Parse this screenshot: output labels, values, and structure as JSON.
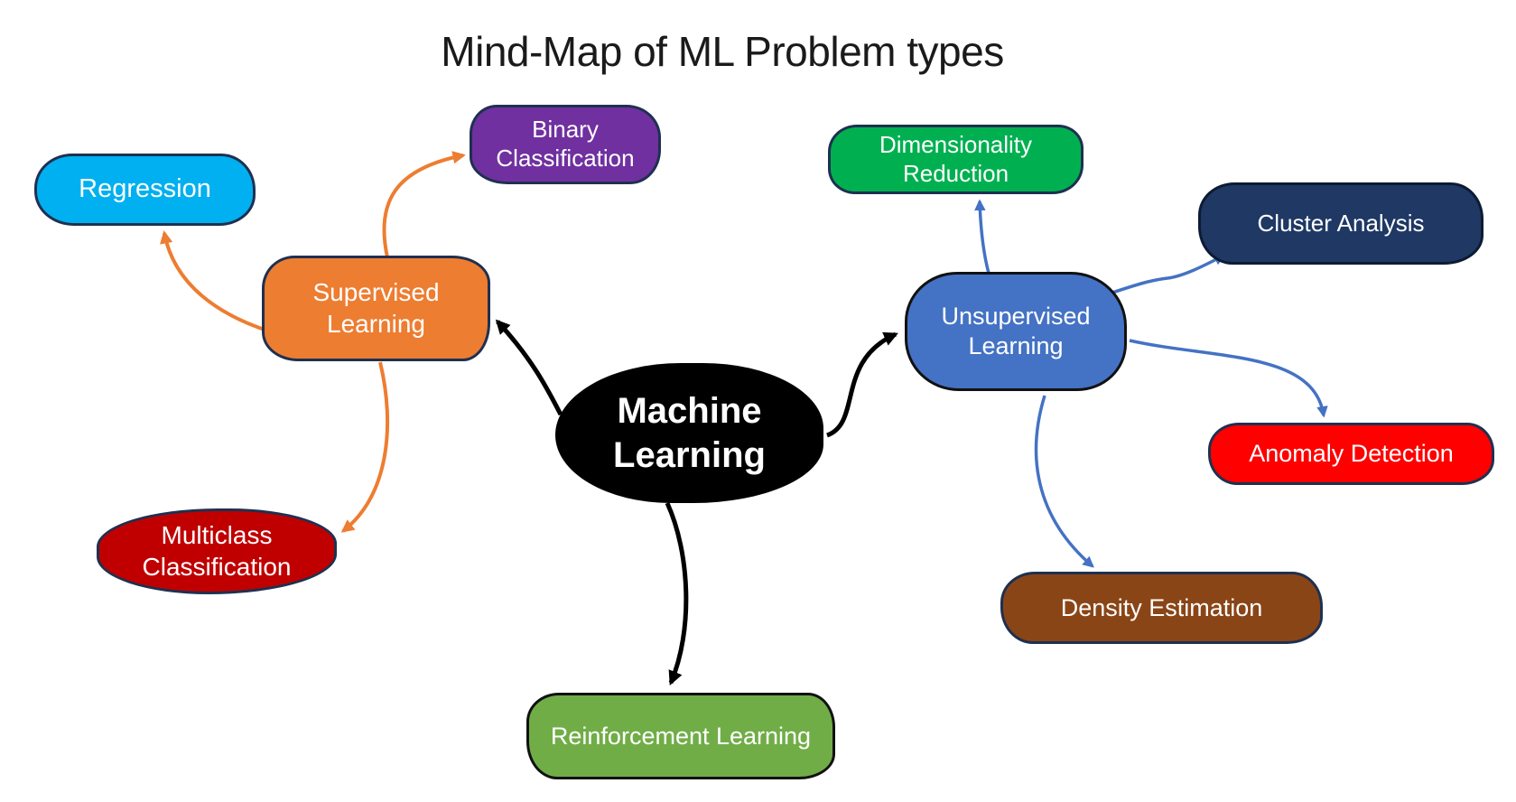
{
  "title": "Mind-Map of ML Problem types",
  "colors": {
    "background": "#FFFFFF",
    "title_text": "#1A1A1A",
    "node_text": "#FFFFFF",
    "edge_black": "#000000",
    "edge_orange": "#ED7D31",
    "edge_blue": "#4472C4"
  },
  "nodes": {
    "machine_learning": {
      "label": "Machine\nLearning",
      "fill": "#000000",
      "border": "#000000"
    },
    "supervised": {
      "label": "Supervised\nLearning",
      "fill": "#ED7D31",
      "border": "#1F3050"
    },
    "regression": {
      "label": "Regression",
      "fill": "#00B0F0",
      "border": "#1F3050"
    },
    "binary": {
      "label": "Binary\nClassification",
      "fill": "#7030A0",
      "border": "#1F3050"
    },
    "multiclass": {
      "label": "Multiclass\nClassification",
      "fill": "#C00000",
      "border": "#1F3050"
    },
    "unsupervised": {
      "label": "Unsupervised\nLearning",
      "fill": "#4472C4",
      "border": "#111111"
    },
    "dimensionality": {
      "label": "Dimensionality\nReduction",
      "fill": "#00B050",
      "border": "#1F3050"
    },
    "cluster": {
      "label": "Cluster Analysis",
      "fill": "#1F3864",
      "border": "#0D1B33"
    },
    "anomaly": {
      "label": "Anomaly Detection",
      "fill": "#FF0000",
      "border": "#1F3050"
    },
    "density": {
      "label": "Density Estimation",
      "fill": "#8A4517",
      "border": "#1F3050"
    },
    "reinforcement": {
      "label": "Reinforcement Learning",
      "fill": "#70AD47",
      "border": "#111111"
    }
  },
  "edges": [
    {
      "from": "machine_learning",
      "to": "supervised",
      "color": "#000000"
    },
    {
      "from": "machine_learning",
      "to": "unsupervised",
      "color": "#000000"
    },
    {
      "from": "machine_learning",
      "to": "reinforcement",
      "color": "#000000"
    },
    {
      "from": "supervised",
      "to": "regression",
      "color": "#ED7D31"
    },
    {
      "from": "supervised",
      "to": "binary",
      "color": "#ED7D31"
    },
    {
      "from": "supervised",
      "to": "multiclass",
      "color": "#ED7D31"
    },
    {
      "from": "unsupervised",
      "to": "dimensionality",
      "color": "#4472C4"
    },
    {
      "from": "unsupervised",
      "to": "cluster",
      "color": "#4472C4"
    },
    {
      "from": "unsupervised",
      "to": "anomaly",
      "color": "#4472C4"
    },
    {
      "from": "unsupervised",
      "to": "density",
      "color": "#4472C4"
    }
  ]
}
